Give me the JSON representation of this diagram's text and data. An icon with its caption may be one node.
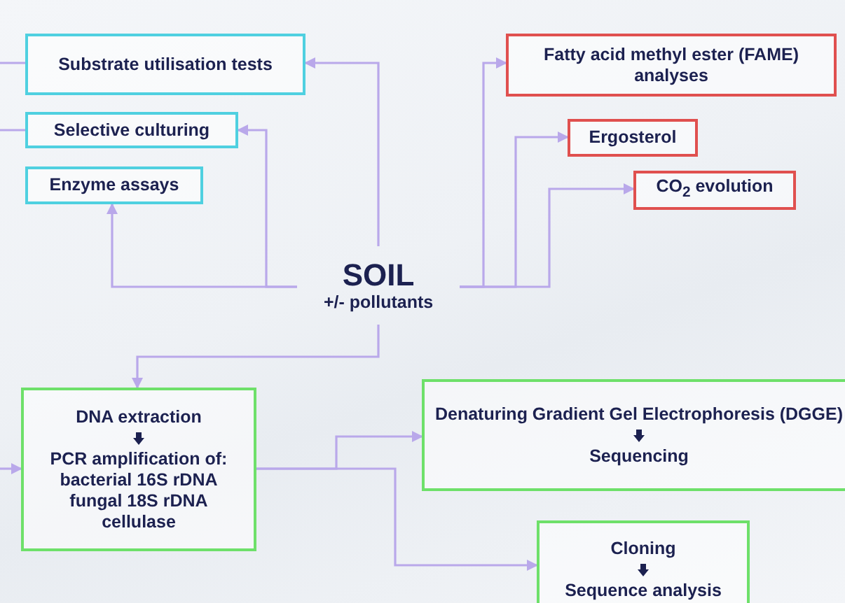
{
  "diagram": {
    "nodes": [
      {
        "text": [
          "Substrate utilisation tests"
        ]
      },
      {
        "text": [
          "Selective culturing"
        ]
      },
      {
        "text": [
          "Enzyme assays"
        ]
      },
      {
        "text": [
          "Fatty acid methyl ester (FAME) analyses"
        ]
      },
      {
        "text": [
          "Ergosterol"
        ]
      },
      {
        "text": [
          "CO$_{2}$ evolution"
        ]
      },
      {
        "text": [
          "SOIL",
          "+/- pollutants"
        ]
      },
      {
        "text": [
          "DNA extraction",
          "PCR amplification of: bacterial 16S rDNA fungal 18S rDNA cellulase"
        ]
      },
      {
        "text": [
          "Denaturing Gradient Gel Electrophoresis (DGGE)",
          "Sequencing"
        ]
      },
      {
        "text": [
          "Cloning",
          "Sequence analysis"
        ]
      }
    ],
    "edges": [
      {
        "from": 6,
        "to": 0,
        "arrow": "to"
      },
      {
        "from": 6,
        "to": 1,
        "arrow": "to"
      },
      {
        "from": 6,
        "to": 2,
        "arrow": "to"
      },
      {
        "from": 6,
        "to": 3,
        "arrow": "to"
      },
      {
        "from": 6,
        "to": 4,
        "arrow": "to"
      },
      {
        "from": 6,
        "to": 5,
        "arrow": "to"
      },
      {
        "from": 6,
        "to": 7,
        "arrow": "to"
      },
      {
        "from": 7,
        "to": 8,
        "arrow": "to"
      },
      {
        "from": 7,
        "to": 9,
        "arrow": "to"
      },
      {
        "from": null,
        "to": 0,
        "arrow": "none"
      },
      {
        "from": null,
        "to": 1,
        "arrow": "none"
      },
      {
        "from": null,
        "to": 7,
        "arrow": "to"
      }
    ]
  }
}
